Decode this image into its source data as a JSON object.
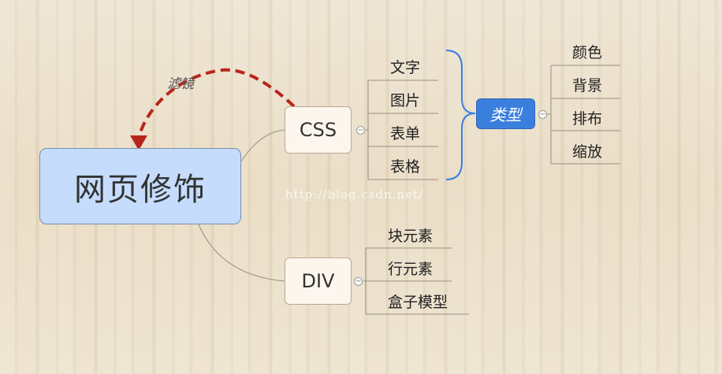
{
  "root": {
    "label": "网页修饰"
  },
  "relationship": {
    "label": "滤镜"
  },
  "css": {
    "label": "CSS",
    "children": [
      "文字",
      "图片",
      "表单",
      "表格"
    ],
    "summary": {
      "label": "类型",
      "children": [
        "颜色",
        "背景",
        "排布",
        "缩放"
      ]
    }
  },
  "div": {
    "label": "DIV",
    "children": [
      "块元素",
      "行元素",
      "盒子模型"
    ]
  },
  "collapse_symbol": "−",
  "watermark": "http://blog.csdn.net/",
  "colors": {
    "root_fill": "#c6dcfc",
    "type_fill": "#3b7fde",
    "relationship_arrow": "#b8251d",
    "summary_brace": "#3b7fde",
    "connector": "#9a8e80"
  }
}
